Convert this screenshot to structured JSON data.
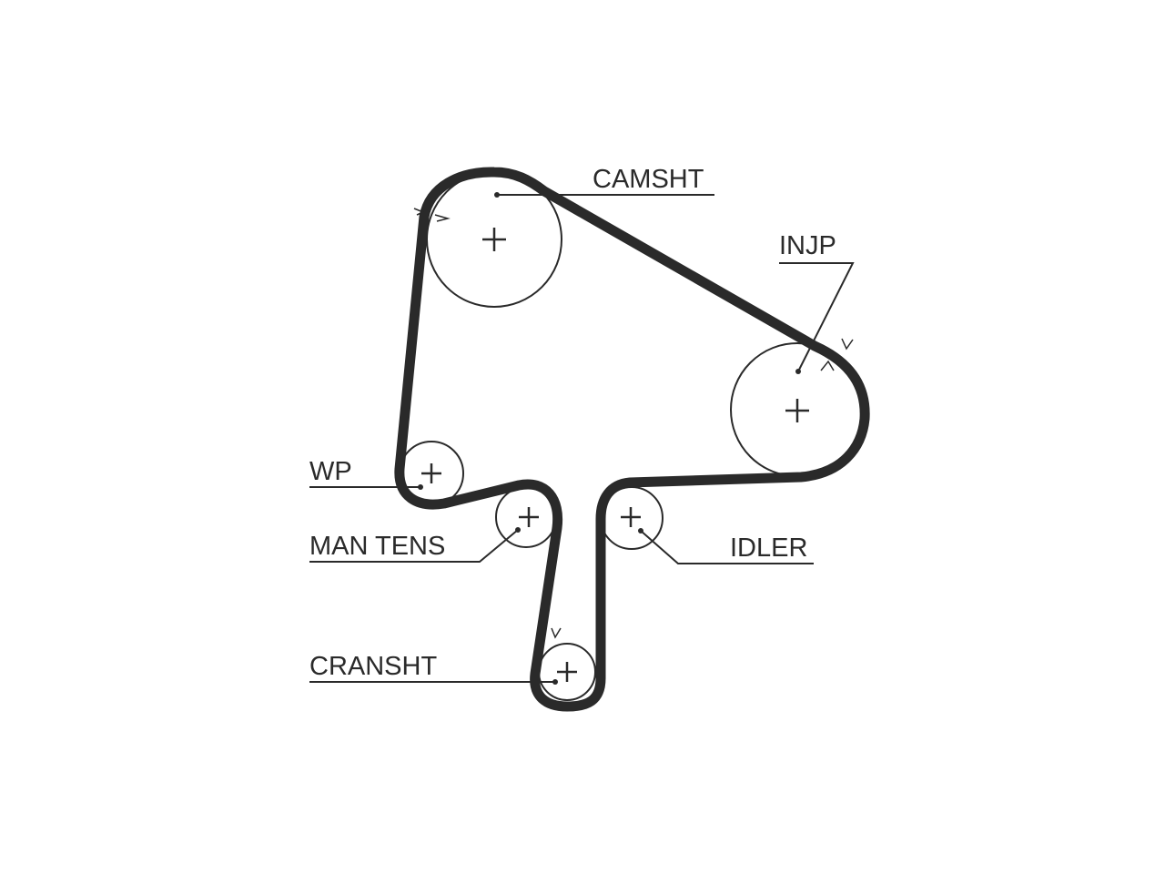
{
  "diagram": {
    "labels": {
      "camshaft": "CAMSHT",
      "injection_pump": "INJP",
      "water_pump": "WP",
      "manual_tensioner": "MAN TENS",
      "idler": "IDLER",
      "crankshaft": "CRANSHT"
    },
    "colors": {
      "line": "#2a2a2a",
      "background": "#ffffff"
    }
  }
}
